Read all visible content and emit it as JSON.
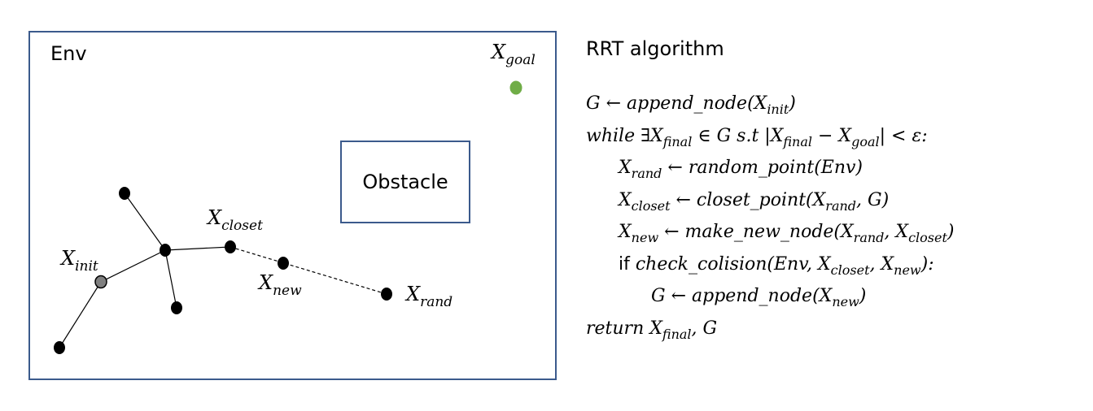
{
  "env": {
    "title": "Env",
    "obstacle_label": "Obstacle",
    "labels": {
      "goal": {
        "base": "X",
        "sub": "goal"
      },
      "init": {
        "base": "X",
        "sub": "init"
      },
      "closet": {
        "base": "X",
        "sub": "closet"
      },
      "new": {
        "base": "X",
        "sub": "new"
      },
      "rand": {
        "base": "X",
        "sub": "rand"
      }
    },
    "colors": {
      "border": "#3b5a8c",
      "node": "#000000",
      "init_node": "#808080",
      "goal_node": "#70ad47"
    }
  },
  "algorithm": {
    "title": "RRT algorithm",
    "lines": [
      "G ← append_node(X_init)",
      "while ∃X_final ∈ G s.t |X_final − X_goal| < ε:",
      "X_rand ← random_point(Env)",
      "X_closet ← closet_point(X_rand, G)",
      "X_new ← make_new_node(X_rand, X_closet)",
      "if check_colision(Env, X_closet, X_new):",
      "G ← append_node(X_new)",
      "return X_final, G"
    ]
  }
}
